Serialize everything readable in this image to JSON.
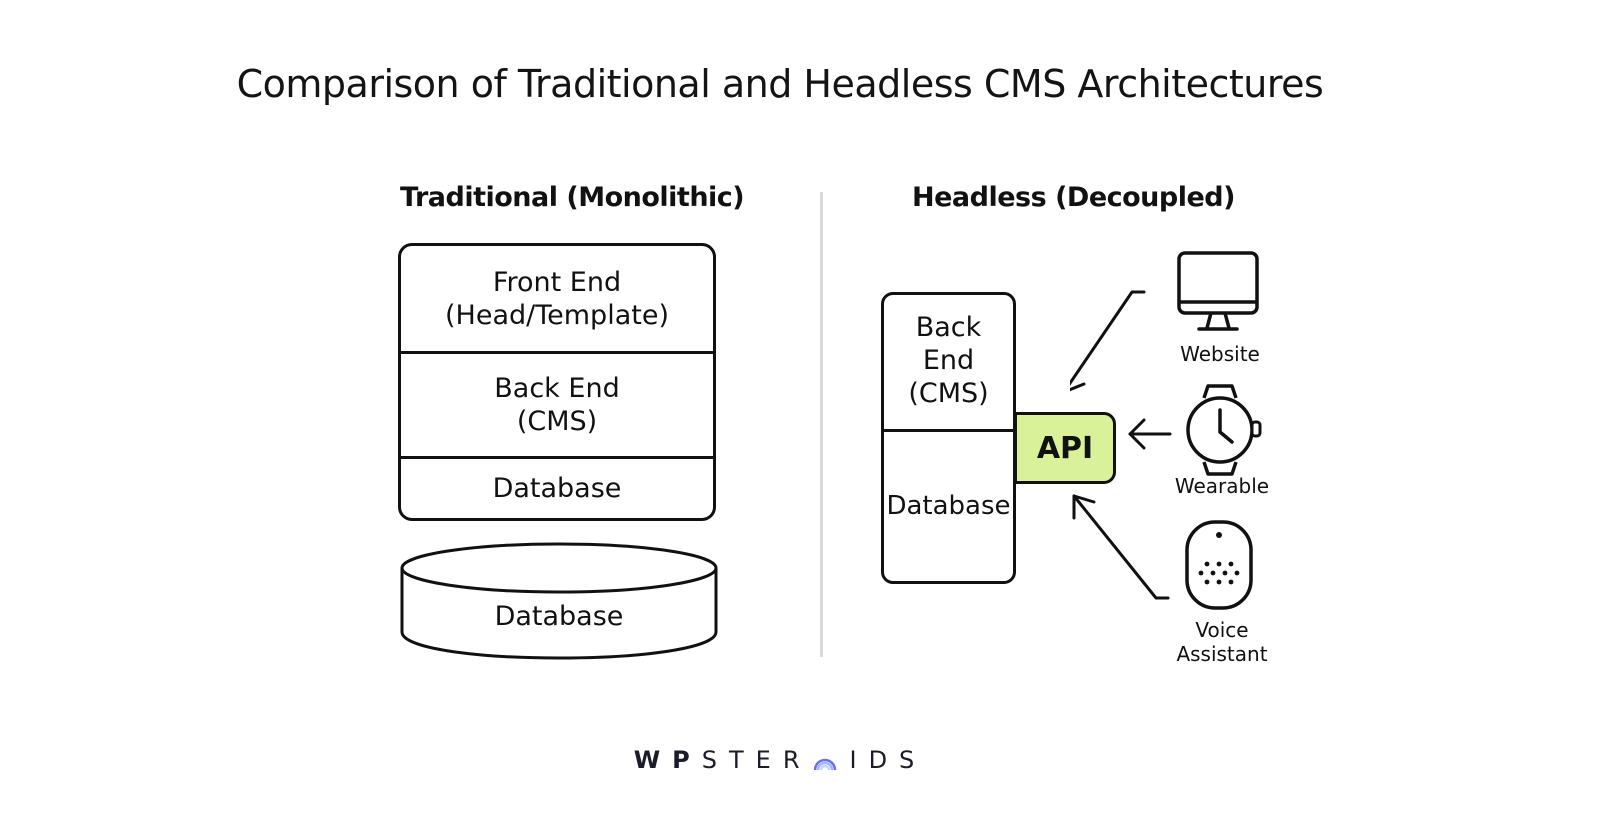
{
  "title": "Comparison of Traditional and Headless CMS Architectures",
  "traditional": {
    "heading": "Traditional (Monolithic)",
    "front_end": [
      "Front End",
      "(Head/Template)"
    ],
    "back_end": [
      "Back End",
      "(CMS)"
    ],
    "database": "Database",
    "db_cylinder": "Database"
  },
  "headless": {
    "heading": "Headless (Decoupled)",
    "back_end": [
      "Back",
      "End",
      "(CMS)"
    ],
    "database": "Database",
    "api": "API",
    "api_color": "#d9f29a",
    "devices": {
      "website": "Website",
      "wearable": "Wearable",
      "voice": [
        "Voice",
        "Assistant"
      ]
    }
  },
  "brand": {
    "part1": "WP",
    "part2": "STER",
    "o_char": "O",
    "part3": "IDS",
    "o_colors": [
      "#6f6cf4",
      "#9fb6ff",
      "#c7d3ff"
    ]
  }
}
